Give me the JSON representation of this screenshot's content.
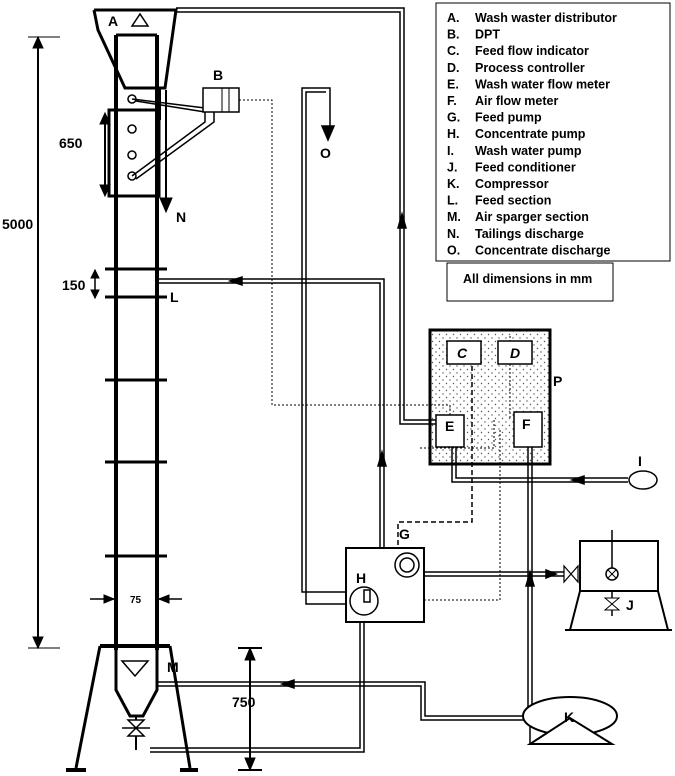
{
  "legend": {
    "items": [
      {
        "key": "A.",
        "text": "Wash waster distributor"
      },
      {
        "key": "B.",
        "text": "DPT"
      },
      {
        "key": "C.",
        "text": "Feed flow indicator"
      },
      {
        "key": "D.",
        "text": "Process controller"
      },
      {
        "key": "E.",
        "text": "Wash water flow meter"
      },
      {
        "key": "F.",
        "text": "Air flow meter"
      },
      {
        "key": "G.",
        "text": "Feed pump"
      },
      {
        "key": "H.",
        "text": "Concentrate pump"
      },
      {
        "key": "I.",
        "text": "Wash water pump"
      },
      {
        "key": "J.",
        "text": "Feed conditioner"
      },
      {
        "key": "K.",
        "text": "Compressor"
      },
      {
        "key": "L.",
        "text": "Feed section"
      },
      {
        "key": "M.",
        "text": "Air sparger section"
      },
      {
        "key": "N.",
        "text": "Tailings discharge"
      },
      {
        "key": "O.",
        "text": "Concentrate  discharge"
      }
    ],
    "note": "All dimensions in mm"
  },
  "labels": {
    "A": "A",
    "B": "B",
    "C": "C",
    "D": "D",
    "E": "E",
    "F": "F",
    "G": "G",
    "H": "H",
    "I": "I",
    "J": "J",
    "K": "K",
    "L": "L",
    "M": "M",
    "N": "N",
    "O": "O",
    "P": "P"
  },
  "dimensions": {
    "total_height": "5000",
    "dpt_span": "650",
    "feed_section": "150",
    "column_diameter": "75",
    "sparger_height": "750"
  }
}
